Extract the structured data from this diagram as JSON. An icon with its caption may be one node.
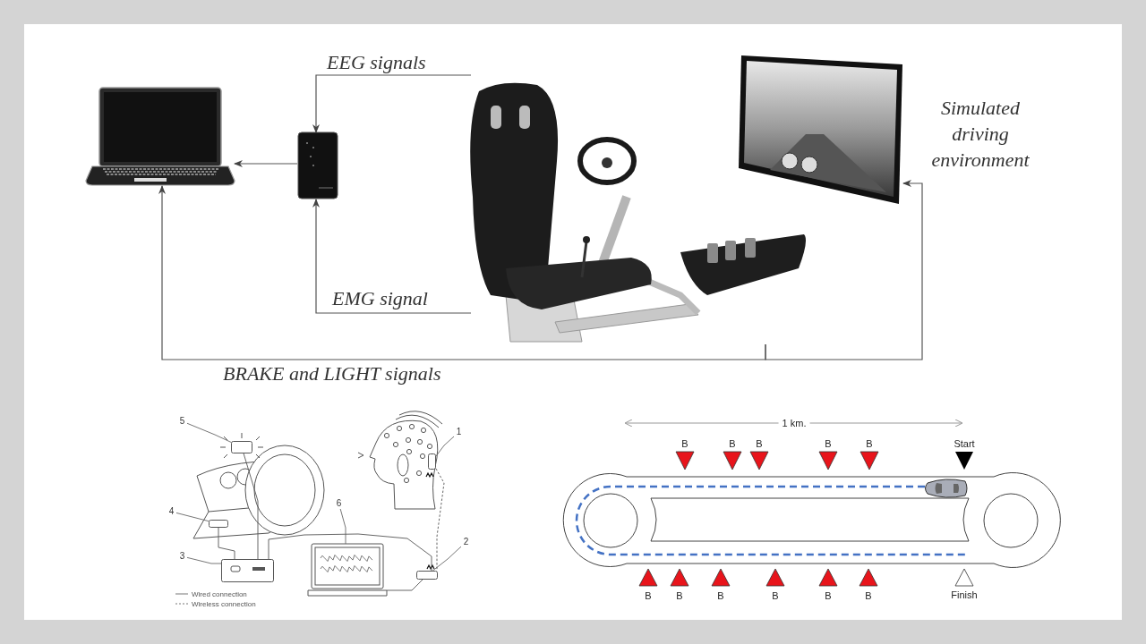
{
  "diagram": {
    "nodes": [
      {
        "text": [],
        "shape": "picture"
      },
      {
        "text": [],
        "shape": "picture"
      },
      {
        "text": [],
        "shape": "picture"
      },
      {
        "text": [],
        "shape": "picture",
        "beside": [
          "Simulated driving environment"
        ]
      },
      {
        "text": [
          "5"
        ]
      },
      {
        "text": [
          "1"
        ]
      },
      {
        "text": [
          "4"
        ]
      },
      {
        "text": [
          "6"
        ]
      },
      {
        "text": [
          "3"
        ]
      },
      {
        "text": [
          "2"
        ]
      },
      {
        "text": [],
        "shape": "box"
      },
      {
        "text": [],
        "shape": "box"
      },
      {
        "text": [],
        "shape": "box"
      },
      {
        "text": [],
        "shape": "picture"
      },
      {
        "text": [],
        "shape": "box"
      },
      {
        "text": [],
        "shape": "box"
      }
    ],
    "edges": [
      {
        "from": 2,
        "to": 1,
        "arrow": "to",
        "label": "EEG signals"
      },
      {
        "from": 2,
        "to": 1,
        "arrow": "to",
        "label": "EMG signal"
      },
      {
        "from": 1,
        "to": 0,
        "arrow": "to"
      },
      {
        "from": 2,
        "to": 0,
        "arrow": "to",
        "label": "BRAKE and LIGHT signals"
      },
      {
        "from": 2,
        "to": 3,
        "arrow": "to"
      },
      {
        "from": 4,
        "to": 10,
        "arrow": "none"
      },
      {
        "from": 5,
        "to": 11,
        "arrow": "none"
      },
      {
        "from": 6,
        "to": 12,
        "arrow": "none"
      },
      {
        "from": 7,
        "to": 13,
        "arrow": "none"
      },
      {
        "from": 8,
        "to": 14,
        "arrow": "none"
      },
      {
        "from": 9,
        "to": 15,
        "arrow": "none"
      },
      {
        "from": 12,
        "to": 14,
        "arrow": "none"
      },
      {
        "from": 10,
        "to": 14,
        "arrow": "none"
      },
      {
        "from": 14,
        "to": 15,
        "arrow": "none"
      },
      {
        "from": 15,
        "to": 13,
        "arrow": "none"
      },
      {
        "from": 11,
        "to": 15,
        "arrow": "none",
        "style": "dashed"
      }
    ],
    "labels": [
      "1 km.",
      "B",
      "B",
      "B",
      "B",
      "B",
      "Start",
      "B",
      "B",
      "B",
      "B",
      "B",
      "B",
      "Finish"
    ],
    "legend": [
      {
        "text": "Wired connection"
      },
      {
        "text": "Wireless connection"
      }
    ]
  }
}
